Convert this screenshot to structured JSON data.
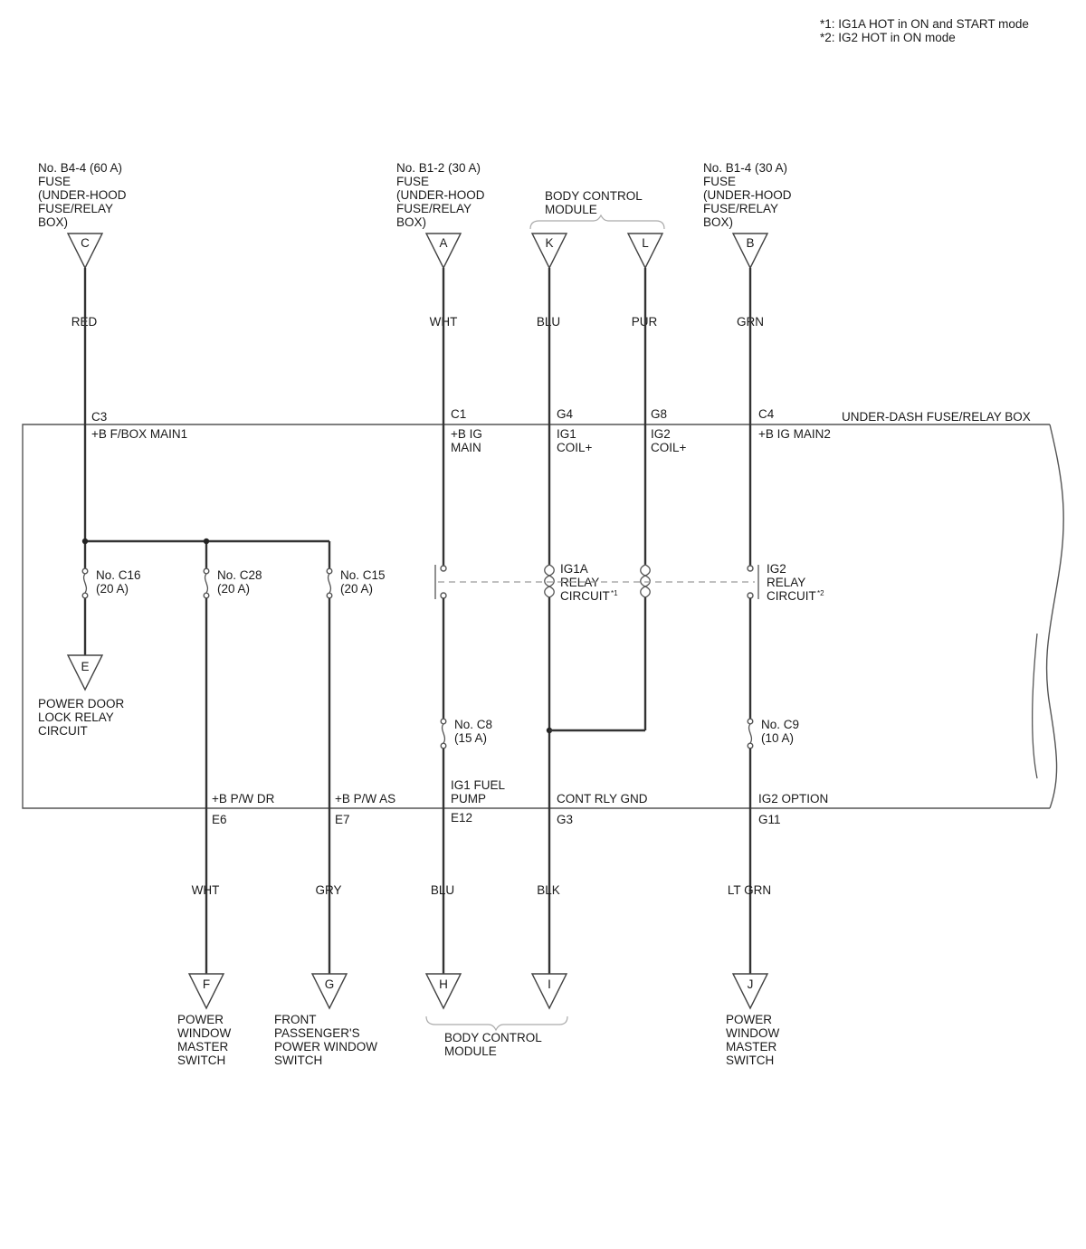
{
  "notes": {
    "line1": "*1: IG1A HOT in ON and START mode",
    "line2": "*2: IG2 HOT in ON mode"
  },
  "box_label": "UNDER-DASH FUSE/RELAY BOX",
  "top_sources": [
    {
      "id": "C",
      "lines": [
        "No. B4-4 (60 A)",
        "FUSE",
        "(UNDER-HOOD",
        "FUSE/RELAY",
        "BOX)"
      ]
    },
    {
      "id": "A",
      "lines": [
        "No. B1-2 (30 A)",
        "FUSE",
        "(UNDER-HOOD",
        "FUSE/RELAY",
        "BOX)"
      ]
    },
    {
      "id": "B",
      "lines": [
        "No. B1-4 (30 A)",
        "FUSE",
        "(UNDER-HOOD",
        "FUSE/RELAY",
        "BOX)"
      ]
    }
  ],
  "bcm_top": {
    "lines": [
      "BODY CONTROL",
      "MODULE"
    ]
  },
  "connectors": {
    "C": "C",
    "A": "A",
    "K": "K",
    "L": "L",
    "B": "B",
    "E": "E",
    "F": "F",
    "G": "G",
    "H": "H",
    "I": "I",
    "J": "J"
  },
  "top_wires": {
    "red": "RED",
    "wht": "WHT",
    "blu": "BLU",
    "pur": "PUR",
    "grn": "GRN"
  },
  "top_pins": {
    "c3": "C3",
    "c1": "C1",
    "g4": "G4",
    "g8": "G8",
    "c4": "C4"
  },
  "terminals_top": {
    "main1": "+B F/BOX MAIN1",
    "ig_main": [
      "+B IG",
      "MAIN"
    ],
    "ig1_coil": [
      "IG1",
      "COIL+"
    ],
    "ig2_coil": [
      "IG2",
      "COIL+"
    ],
    "ig_main2": "+B IG MAIN2"
  },
  "fuses": {
    "c16": [
      "No. C16",
      "(20 A)"
    ],
    "c28": [
      "No. C28",
      "(20 A)"
    ],
    "c15": [
      "No. C15",
      "(20 A)"
    ],
    "c8": [
      "No. C8",
      "(15 A)"
    ],
    "c9": [
      "No. C9",
      "(10 A)"
    ]
  },
  "relays": {
    "ig1a": {
      "lines": [
        "IG1A",
        "RELAY",
        "CIRCUIT"
      ],
      "mark": "*1"
    },
    "ig2": {
      "lines": [
        "IG2",
        "RELAY",
        "CIRCUIT"
      ],
      "mark": "*2"
    }
  },
  "power_door": [
    "POWER DOOR",
    "LOCK RELAY",
    "CIRCUIT"
  ],
  "terminals_bottom": {
    "pw_dr": "+B P/W DR",
    "pw_as": "+B P/W AS",
    "ig1_fuel": [
      "IG1 FUEL",
      "PUMP"
    ],
    "cont_rly": "CONT RLY GND",
    "ig2_opt": "IG2 OPTION"
  },
  "bottom_pins": {
    "e6": "E6",
    "e7": "E7",
    "e12": "E12",
    "g3": "G3",
    "g11": "G11"
  },
  "bottom_wires": {
    "wht": "WHT",
    "gry": "GRY",
    "blu": "BLU",
    "blk": "BLK",
    "ltgrn": "LT GRN"
  },
  "destinations": {
    "f": [
      "POWER",
      "WINDOW",
      "MASTER",
      "SWITCH"
    ],
    "g": [
      "FRONT",
      "PASSENGER'S",
      "POWER WINDOW",
      "SWITCH"
    ],
    "bcm": [
      "BODY CONTROL",
      "MODULE"
    ],
    "j": [
      "POWER",
      "WINDOW",
      "MASTER",
      "SWITCH"
    ]
  }
}
